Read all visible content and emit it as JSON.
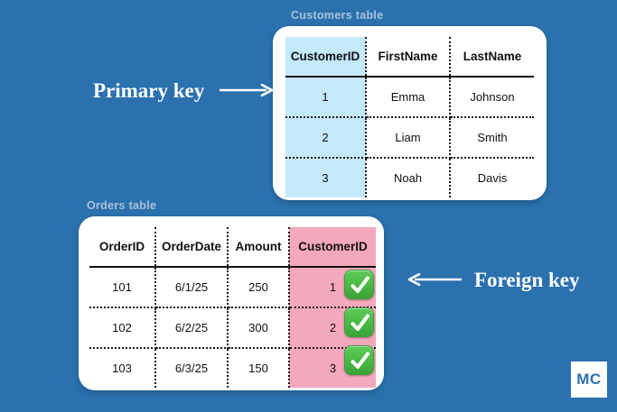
{
  "background_color": "#2b71ae",
  "captions": {
    "customers": "Customers table",
    "orders": "Orders table"
  },
  "customers_table": {
    "headers": [
      "CustomerID",
      "FirstName",
      "LastName"
    ],
    "key_column": "CustomerID",
    "key_column_color": "#c4e8fc",
    "rows": [
      [
        "1",
        "Emma",
        "Johnson"
      ],
      [
        "2",
        "Liam",
        "Smith"
      ],
      [
        "3",
        "Noah",
        "Davis"
      ]
    ]
  },
  "orders_table": {
    "headers": [
      "OrderID",
      "OrderDate",
      "Amount",
      "CustomerID"
    ],
    "key_column": "CustomerID",
    "key_column_color": "#f4a8bb",
    "rows": [
      [
        "101",
        "6/1/25",
        "250",
        "1"
      ],
      [
        "102",
        "6/2/25",
        "300",
        "2"
      ],
      [
        "103",
        "6/3/25",
        "150",
        "3"
      ]
    ],
    "row_badges": [
      "check-icon",
      "check-icon",
      "check-icon"
    ],
    "badge_color": "#49b844"
  },
  "annotations": {
    "primary_key": {
      "label": "Primary key",
      "arrow": "arrow-right-icon"
    },
    "foreign_key": {
      "label": "Foreign key",
      "arrow": "arrow-left-icon"
    }
  },
  "watermark": {
    "text": "MC",
    "color": "#2b71ae"
  }
}
